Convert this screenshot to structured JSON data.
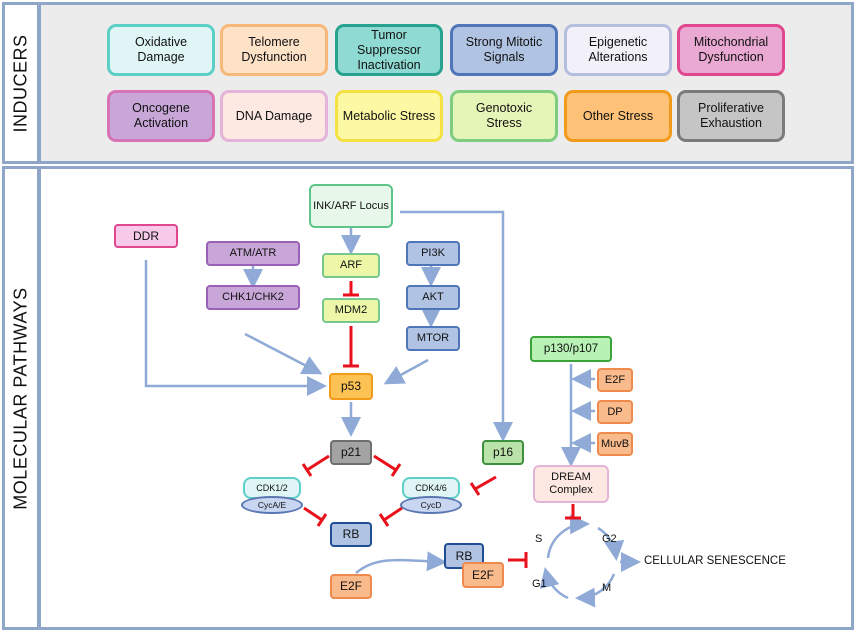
{
  "section_labels": {
    "inducers": "INDUCERS",
    "pathways": "MOLECULAR PATHWAYS"
  },
  "inducers": [
    {
      "label": "Oxidative Damage",
      "bg": "#dff5f6",
      "border": "#5ccfc6"
    },
    {
      "label": "Telomere Dysfunction",
      "bg": "#fde2c8",
      "border": "#f7b97a"
    },
    {
      "label": "Tumor Suppressor Inactivation",
      "bg": "#8fdbd3",
      "border": "#27a28e"
    },
    {
      "label": "Strong Mitotic Signals",
      "bg": "#b0c3e3",
      "border": "#4f76b8"
    },
    {
      "label": "Epigenetic Alterations",
      "bg": "#f2f0f8",
      "border": "#b4bedd"
    },
    {
      "label": "Mitochondrial Dysfunction",
      "bg": "#e9a9d3",
      "border": "#e0478e"
    },
    {
      "label": "Oncogene Activation",
      "bg": "#c8a7d8",
      "border": "#d873b6"
    },
    {
      "label": "DNA Damage",
      "bg": "#fde9e2",
      "border": "#e4b3d9"
    },
    {
      "label": "Metabolic Stress",
      "bg": "#fdf8a3",
      "border": "#f4e142"
    },
    {
      "label": "Genotoxic Stress",
      "bg": "#e5f4b7",
      "border": "#7dcf7f"
    },
    {
      "label": "Other Stress",
      "bg": "#fdc177",
      "border": "#f29b1a"
    },
    {
      "label": "Proliferative Exhaustion",
      "bg": "#c5c5c5",
      "border": "#7b7b7b"
    }
  ],
  "nodes": {
    "ink_arf": "INK/ARF Locus",
    "ddr": "DDR",
    "atm_atr": "ATM/ATR",
    "chk": "CHK1/CHK2",
    "arf": "ARF",
    "mdm2": "MDM2",
    "pi3k": "PI3K",
    "akt": "AKT",
    "mtor": "MTOR",
    "p53": "p53",
    "p21": "p21",
    "p16": "p16",
    "p130": "p130/p107",
    "e2f_a": "E2F",
    "dp": "DP",
    "muvb": "MuvB",
    "dream": "DREAM Complex",
    "cdk12": "CDK1/2",
    "cyca": "CycA/E",
    "cdk46": "CDK4/6",
    "cycd": "CycD",
    "rb": "RB",
    "e2f_b": "E2F",
    "rb2": "RB",
    "e2f_c": "E2F"
  },
  "cycle": {
    "s": "S",
    "g2": "G2",
    "g1": "G1",
    "m": "M",
    "outcome": "CELLULAR SENESCENCE"
  },
  "colors": {
    "arrow": "#8faad6",
    "inhibit": "#e8111c"
  }
}
